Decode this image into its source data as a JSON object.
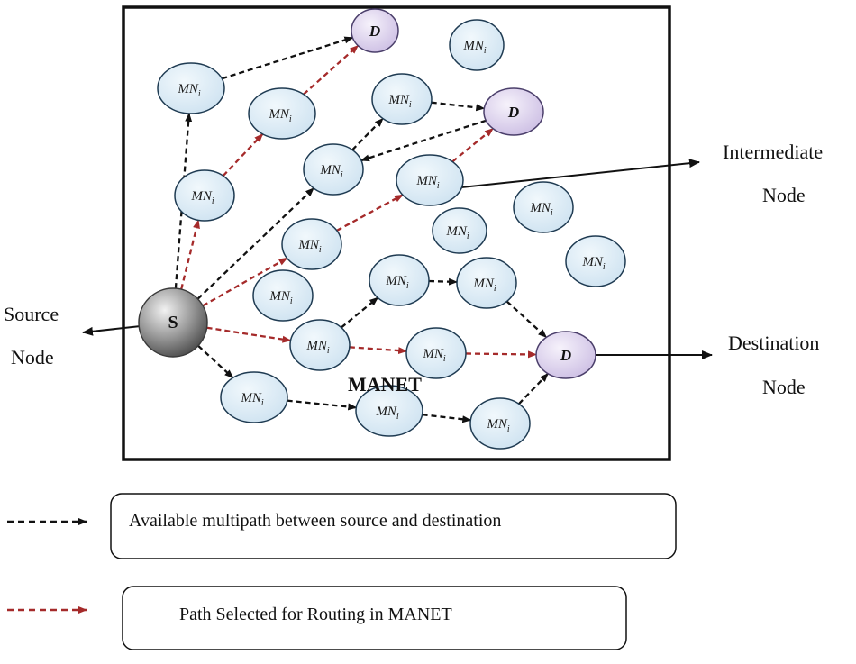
{
  "diagram": {
    "area_label": "MANET",
    "source_node_text": "S",
    "destination_node_text": "D",
    "intermediate_node_base": "MN",
    "intermediate_node_subscript": "i",
    "callouts": {
      "source": [
        "Source",
        "Node"
      ],
      "intermediate": [
        "Intermediate",
        "Node"
      ],
      "destination": [
        "Destination",
        "Node"
      ]
    },
    "colors": {
      "available_path": "#111111",
      "selected_path": "#a52a2a",
      "intermediate_fill": "#dcecf6",
      "destination_fill": "#e4dcf2",
      "source_fill": "#8c8c8c"
    }
  },
  "legend": {
    "available": "Available multipath between source and destination",
    "selected": "Path Selected for Routing in MANET"
  }
}
